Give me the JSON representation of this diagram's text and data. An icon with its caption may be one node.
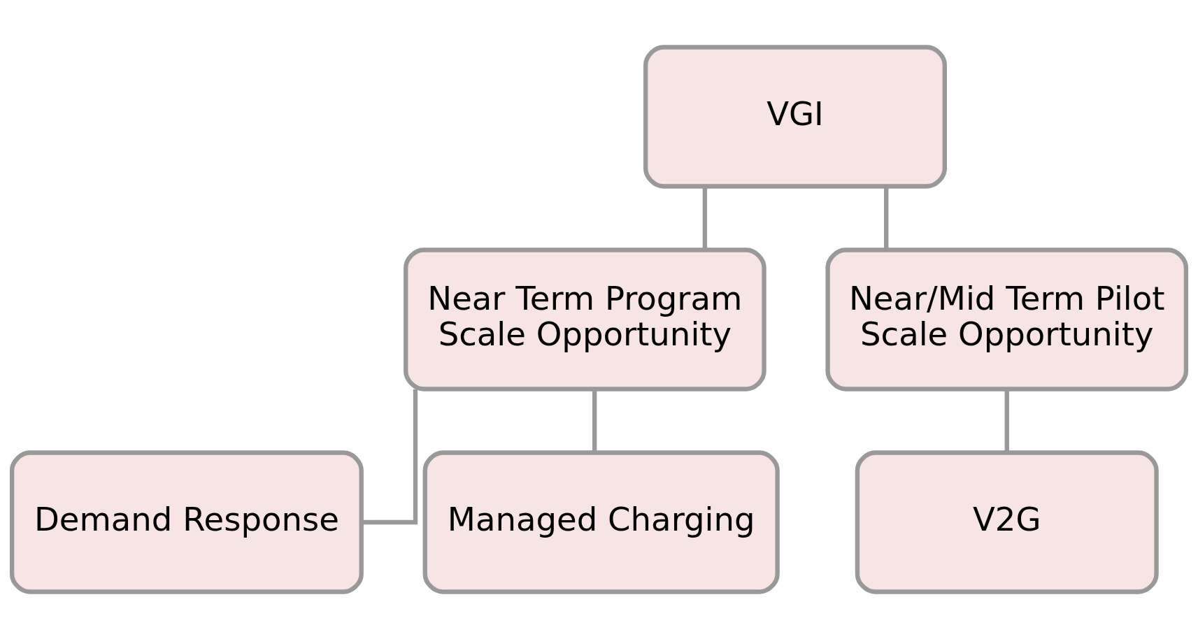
{
  "diagram": {
    "nodes": [
      {
        "text": [
          "VGI"
        ]
      },
      {
        "text": [
          "Near Term Program Scale Opportunity"
        ]
      },
      {
        "text": [
          "Near/Mid Term Pilot Scale Opportunity"
        ]
      },
      {
        "text": [
          "Demand Response"
        ]
      },
      {
        "text": [
          "Managed Charging"
        ]
      },
      {
        "text": [
          "V2G"
        ]
      }
    ],
    "edges": [
      {
        "from": 0,
        "to": 1,
        "arrow": "none"
      },
      {
        "from": 0,
        "to": 2,
        "arrow": "none"
      },
      {
        "from": 1,
        "to": 3,
        "arrow": "none"
      },
      {
        "from": 1,
        "to": 4,
        "arrow": "none"
      },
      {
        "from": 2,
        "to": 5,
        "arrow": "none"
      }
    ]
  }
}
